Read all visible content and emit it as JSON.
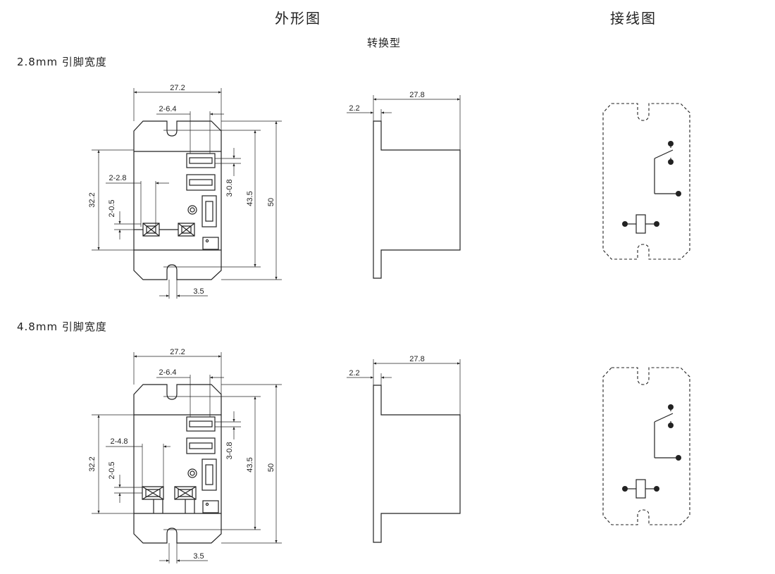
{
  "headers": {
    "outline": "外形图",
    "wiring": "接线图",
    "subtype": "转换型"
  },
  "sections": [
    {
      "title": "2.8mm 引脚宽度",
      "front": {
        "width": "27.2",
        "pin_pitch": "2-6.4",
        "pin_width": "2-2.8",
        "pin_thick": "2-0.5",
        "slot": "3-0.8",
        "height_inner": "32.2",
        "height_mid": "43.5",
        "height_total": "50",
        "hole": "3.5"
      },
      "side": {
        "depth": "27.8",
        "flange": "2.2"
      }
    },
    {
      "title": "4.8mm 引脚宽度",
      "front": {
        "width": "27.2",
        "pin_pitch": "2-6.4",
        "pin_width": "2-4.8",
        "pin_thick": "2-0.5",
        "slot": "3-0.8",
        "height_inner": "32.2",
        "height_mid": "43.5",
        "height_total": "50",
        "hole": "3.5"
      },
      "side": {
        "depth": "27.8",
        "flange": "2.2"
      }
    }
  ]
}
